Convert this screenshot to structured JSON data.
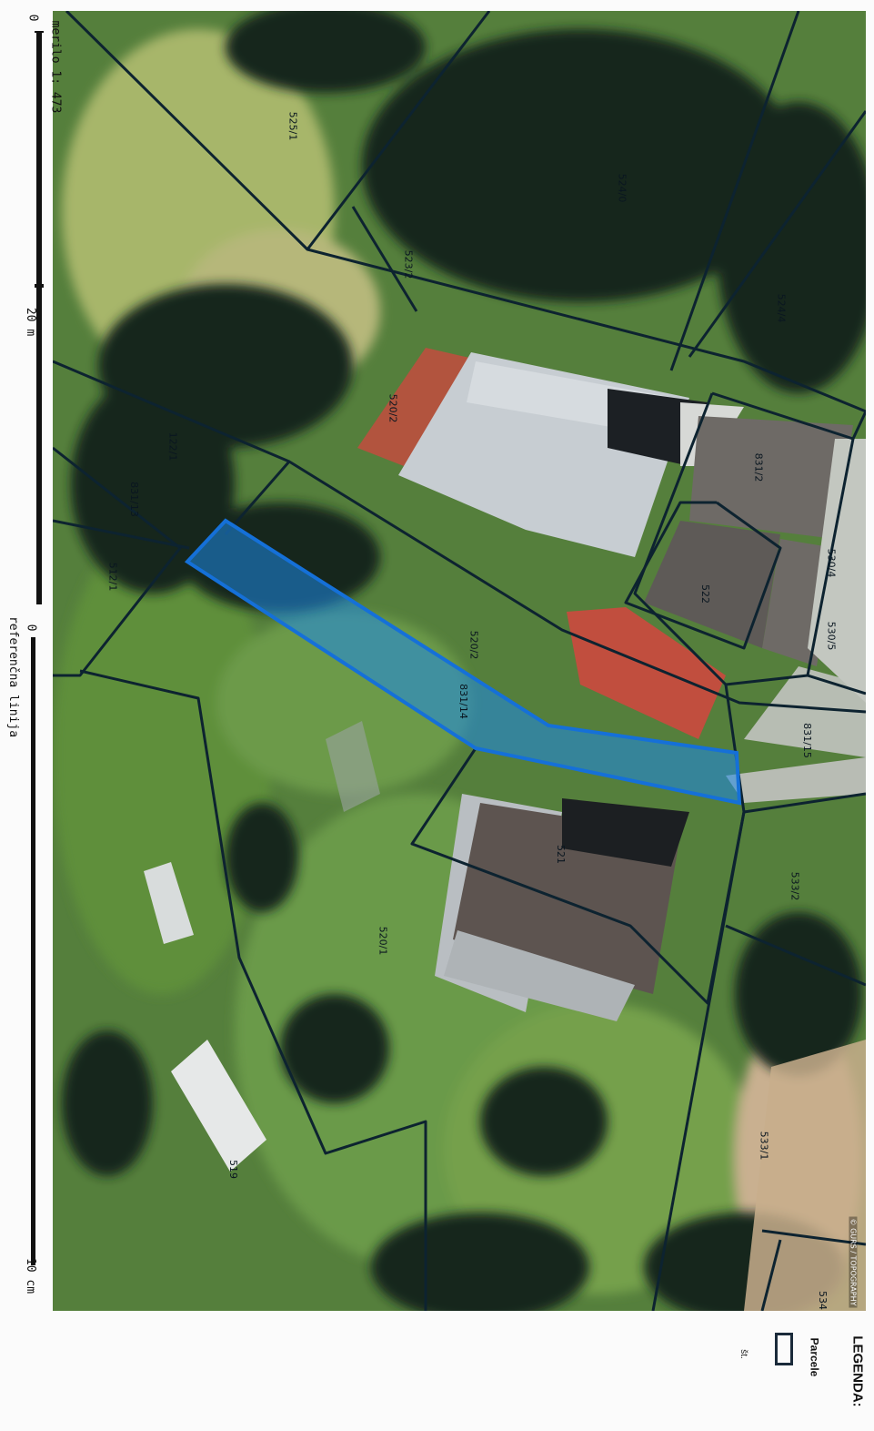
{
  "scale_bars": {
    "upper": {
      "start": "0",
      "mid": "20 m",
      "label": "merilo 1: 473"
    },
    "lower": {
      "start": "0",
      "end": "10 cm",
      "label": "referenčna linija"
    }
  },
  "legend": {
    "title": "LEGENDA:",
    "item_label": "Parcele",
    "note": "št."
  },
  "copyright": "© GURS / TOPOGRAPHY",
  "parcels": {
    "p5251": "525/1",
    "p5240": "524/0",
    "p5232": "523/2",
    "p5244": "524/4",
    "p5202": "520/2",
    "p8312": "831/2",
    "p5301": "530/4",
    "p5305": "530/5",
    "p522": "522",
    "p1221": "122/1",
    "p83113": "831/13",
    "p83115": "831/15",
    "p5201": "520/1",
    "p521": "521",
    "p5332": "533/2",
    "p5331": "533/1",
    "p519": "519",
    "p534": "534",
    "p5121": "512/1",
    "p83116": "831/14"
  },
  "colors": {
    "parcel_boundary": "#0d2330",
    "selected_parcel_fill": "#1e88e5",
    "selected_parcel_stroke": "#1570d8",
    "legend_box": "#1a2a3a"
  }
}
